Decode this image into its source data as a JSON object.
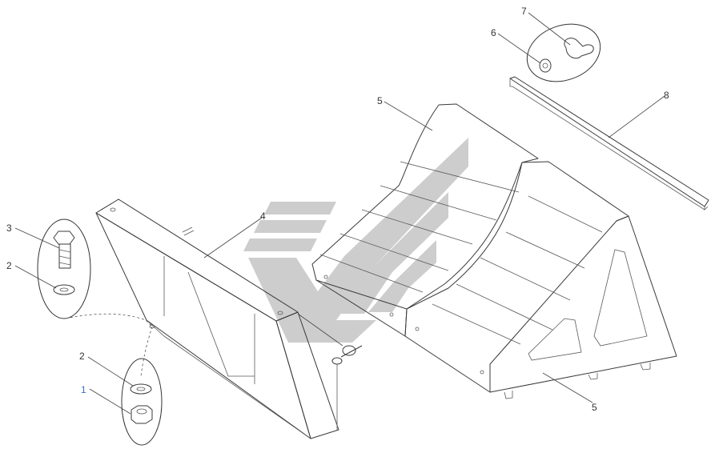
{
  "diagram": {
    "labels": [
      {
        "id": "label-1",
        "text": "1",
        "color": "#3b6fc4"
      },
      {
        "id": "label-2a",
        "text": "2",
        "color": "#333333"
      },
      {
        "id": "label-2b",
        "text": "2",
        "color": "#333333"
      },
      {
        "id": "label-3",
        "text": "3",
        "color": "#333333"
      },
      {
        "id": "label-4",
        "text": "4",
        "color": "#333333"
      },
      {
        "id": "label-5a",
        "text": "5",
        "color": "#333333"
      },
      {
        "id": "label-5b",
        "text": "5",
        "color": "#333333"
      },
      {
        "id": "label-6",
        "text": "6",
        "color": "#333333"
      },
      {
        "id": "label-7",
        "text": "7",
        "color": "#333333"
      },
      {
        "id": "label-8",
        "text": "8",
        "color": "#333333"
      }
    ],
    "watermark_color": "#c8c8c8"
  }
}
